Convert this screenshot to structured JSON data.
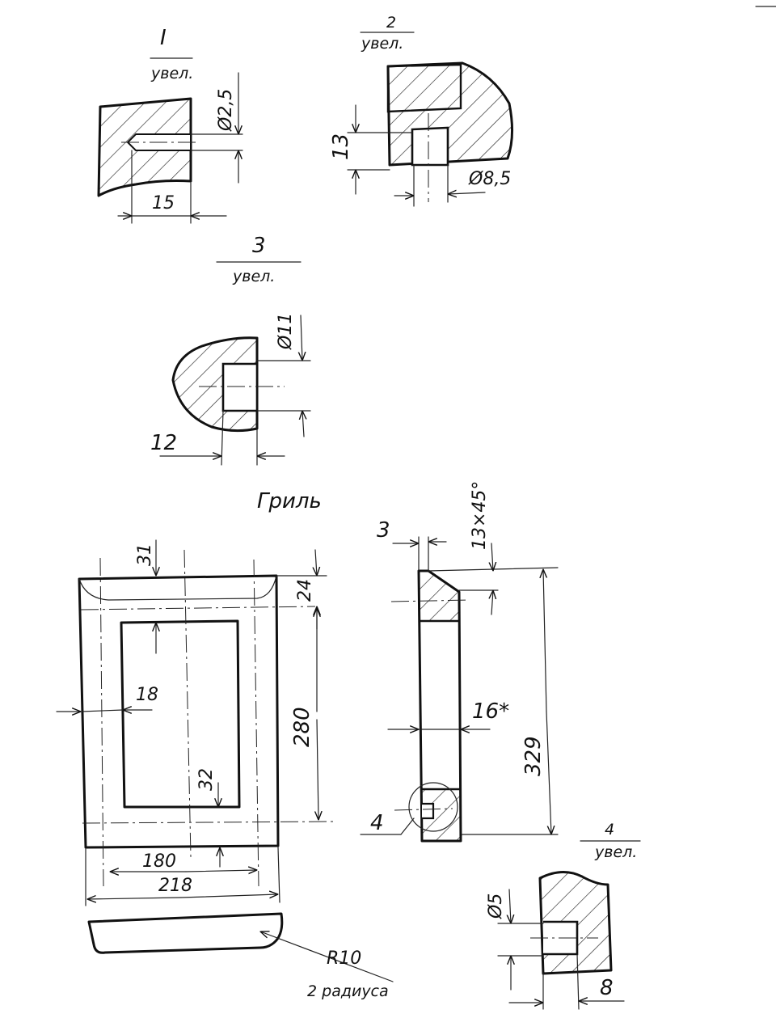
{
  "title": "Гриль",
  "views": {
    "detail_1": {
      "mark": "I",
      "scale": "увел.",
      "dim_diameter": "Ø2,5",
      "dim_length": "15"
    },
    "detail_2": {
      "mark": "2",
      "scale": "увел.",
      "dim_height": "13",
      "dim_diameter": "Ø8,5"
    },
    "detail_3": {
      "mark": "3",
      "scale": "увел.",
      "dim_diameter": "Ø11",
      "dim_length": "12"
    },
    "detail_4": {
      "mark": "4",
      "scale": "увел.",
      "dim_diameter": "Ø5",
      "dim_length": "8"
    },
    "front": {
      "dim_top_offset": "31",
      "dim_top_band": "24",
      "dim_side_band": "18",
      "dim_inner_height": "280",
      "dim_bottom_offset": "32",
      "dim_inner_width": "180",
      "dim_outer_width": "218"
    },
    "section": {
      "dim_lip": "3",
      "dim_chamfer": "13×45°",
      "dim_thickness": "16*",
      "dim_height": "329",
      "callout": "4"
    },
    "profile": {
      "dim_radius": "R10",
      "radius_note": "2 радиуса"
    }
  }
}
